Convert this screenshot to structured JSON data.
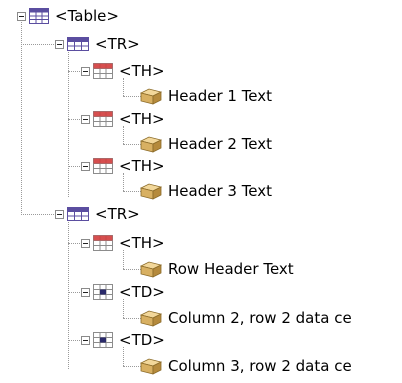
{
  "tree": {
    "root": {
      "label": "<Table>",
      "icon": "table-icon"
    },
    "rows": [
      {
        "label": "<TR>",
        "icon": "table-row-icon",
        "cells": [
          {
            "label": "<TH>",
            "icon": "header-cell-icon",
            "content": "Header 1 Text",
            "content_icon": "text-node-icon"
          },
          {
            "label": "<TH>",
            "icon": "header-cell-icon",
            "content": "Header 2 Text",
            "content_icon": "text-node-icon"
          },
          {
            "label": "<TH>",
            "icon": "header-cell-icon",
            "content": "Header 3 Text",
            "content_icon": "text-node-icon"
          }
        ]
      },
      {
        "label": "<TR>",
        "icon": "table-row-icon",
        "cells": [
          {
            "label": "<TH>",
            "icon": "header-cell-icon",
            "content": "Row Header Text",
            "content_icon": "text-node-icon"
          },
          {
            "label": "<TD>",
            "icon": "data-cell-icon",
            "content": "Column 2, row 2 data ce",
            "content_icon": "text-node-icon"
          },
          {
            "label": "<TD>",
            "icon": "data-cell-icon",
            "content": "Column 3, row 2 data ce",
            "content_icon": "text-node-icon"
          }
        ]
      }
    ]
  },
  "colors": {
    "connector": "#9a9a9a",
    "icon_gray": "#8c8c8c",
    "icon_purple": "#5b4ea0",
    "icon_red": "#d13c3c",
    "text_node_tan": "#c9a45a"
  }
}
